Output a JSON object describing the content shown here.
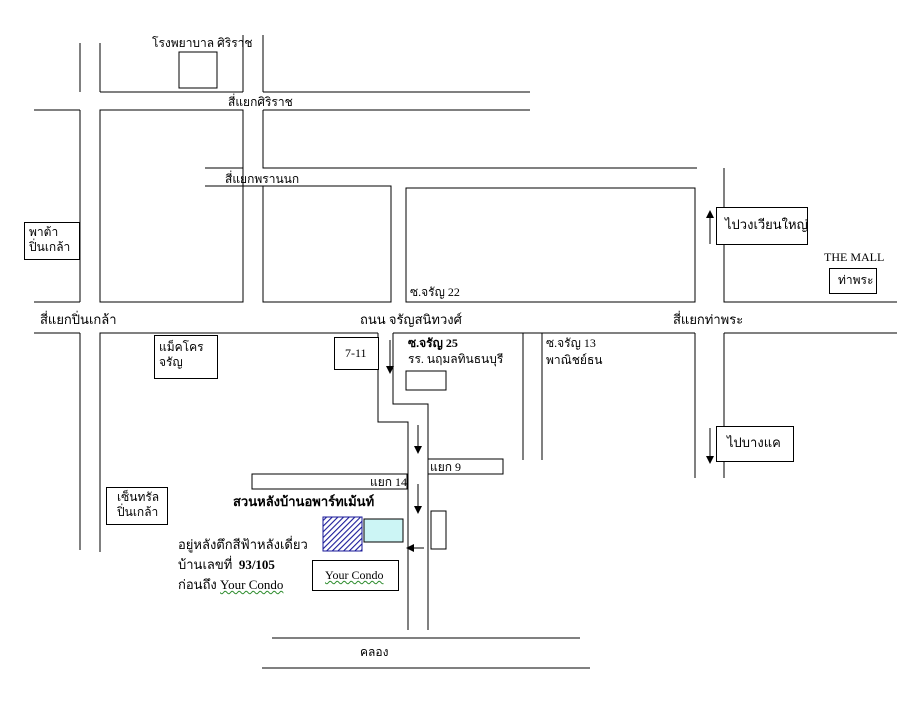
{
  "labels": {
    "siriraj_hospital": "โรงพยาบาล ศิริราช",
    "siriraj_junction": "สี่แยกศิริราช",
    "phran_nok_junction": "สี่แยกพรานนก",
    "pinklao_junction": "สี่แยกปิ่นเกล้า",
    "charansanitwong_road": "ถนน จรัญสนิทวงศ์",
    "tha_phra_junction": "สี่แยกท่าพระ",
    "soi_charan_22": "ซ.จรัญ 22",
    "soi_charan_25": "ซ.จรัญ 25",
    "nuthit_school": "รร. นฤมลทินธนบุรี",
    "soi_charan_13": "ซ.จรัญ 13",
    "panich_chayathon": "พาณิชย์ธน",
    "yaek_14": "แยก 14",
    "yaek_9": "แยก 9",
    "khlong": "คลอง",
    "garden_apartment": "สวนหลังบ้านอพาร์ทเม้นท์",
    "directions_line1": "อยู่หลังตึกสีฟ้าหลังเดี่ยว",
    "directions_line2_prefix": "บ้านเลขที่",
    "house_number": "93/105",
    "directions_line3_prefix": "ก่อนถึง",
    "directions_line3_name": "Your Condo"
  },
  "boxes": {
    "pata_line1": "พาต้า",
    "pata_line2": "ปิ่นเกล้า",
    "makro_line1": "แม็คโคร",
    "makro_line2": "จรัญ",
    "seven_eleven": "7-11",
    "central_line1": "เซ็นทรัล",
    "central_line2": "ปิ่นเกล้า",
    "to_wongwian_yai": "ไปวงเวียนใหญ่",
    "to_bang_khae": "ไปบางแค",
    "the_mall_caption": "THE MALL",
    "the_mall_box": "ท่าพระ",
    "your_condo": "Your Condo"
  },
  "colors": {
    "line": "#000000",
    "apartment_hatch": "#1a1a9a",
    "blue_building": "#ccf5f5",
    "wavy_underline": "#2a8a2a"
  },
  "icons": {
    "arrow_up": "arrow-up-icon",
    "arrow_down": "arrow-down-icon",
    "arrow_left": "arrow-left-icon"
  }
}
